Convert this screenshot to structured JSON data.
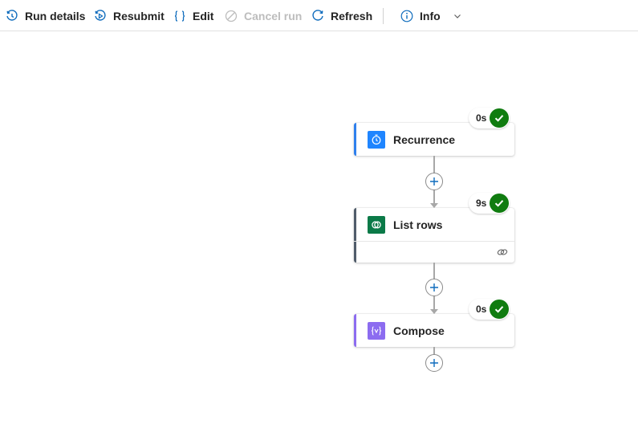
{
  "toolbar": {
    "run_details": "Run details",
    "resubmit": "Resubmit",
    "edit": "Edit",
    "cancel_run": "Cancel run",
    "refresh": "Refresh",
    "info": "Info"
  },
  "flow": {
    "steps": [
      {
        "title": "Recurrence",
        "duration": "0s",
        "status": "succeeded",
        "accent": "#2f80ed",
        "icon": "clock-icon"
      },
      {
        "title": "List rows",
        "duration": "9s",
        "status": "succeeded",
        "accent": "#505c6a",
        "icon": "dataverse-icon"
      },
      {
        "title": "Compose",
        "duration": "0s",
        "status": "succeeded",
        "accent": "#8c6cf0",
        "icon": "compose-icon"
      }
    ]
  },
  "colors": {
    "success": "#107c10",
    "primary_icon": "#0f6cbd",
    "disabled": "#bdbdbd"
  }
}
